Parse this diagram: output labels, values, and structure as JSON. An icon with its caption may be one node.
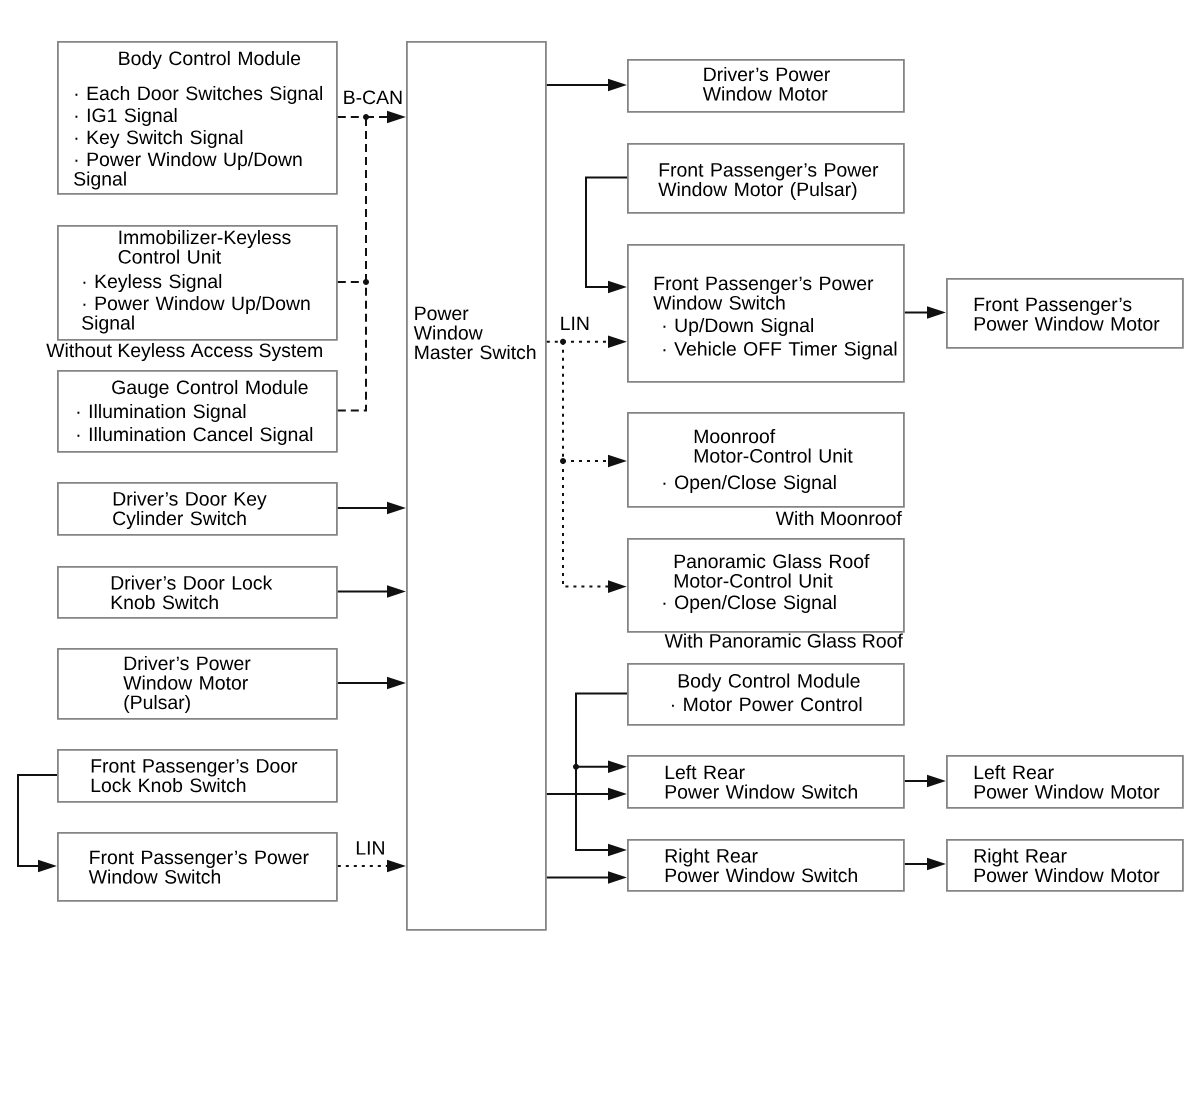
{
  "diagram": {
    "nodes": [
      {
        "text": [
          "Body Control Module",
          "· Each Door Switches Signal",
          "· IG1 Signal",
          "· Key Switch Signal",
          "· Power Window Up/Down Signal"
        ]
      },
      {
        "text": [
          "Immobilizer-Keyless Control Unit",
          "· Keyless Signal",
          "· Power Window Up/Down Signal"
        ],
        "beside": [
          "Without Keyless Access System"
        ]
      },
      {
        "text": [
          "Gauge Control Module",
          "· Illumination Signal",
          "· Illumination Cancel Signal"
        ]
      },
      {
        "text": [
          "Driver’s Door Key Cylinder Switch"
        ]
      },
      {
        "text": [
          "Driver’s Door Lock Knob Switch"
        ]
      },
      {
        "text": [
          "Driver’s Power Window Motor (Pulsar)"
        ]
      },
      {
        "text": [
          "Front Passenger’s Door Lock Knob Switch"
        ]
      },
      {
        "text": [
          "Front Passenger’s Power Window Switch"
        ]
      },
      {
        "text": [
          "Power Window Master Switch"
        ]
      },
      {
        "text": [
          "Driver’s Power Window Motor"
        ]
      },
      {
        "text": [
          "Front Passenger’s Power Window Motor (Pulsar)"
        ]
      },
      {
        "text": [
          "Front Passenger’s Power Window Switch",
          "· Up/Down Signal",
          "· Vehicle OFF Timer Signal"
        ]
      },
      {
        "text": [
          "Front Passenger’s Power Window Motor"
        ]
      },
      {
        "text": [
          "Moonroof Motor-Control Unit",
          "· Open/Close Signal"
        ],
        "beside": [
          "With Moonroof"
        ]
      },
      {
        "text": [
          "Panoramic Glass Roof Motor-Control Unit",
          "· Open/Close Signal"
        ],
        "beside": [
          "With Panoramic Glass Roof"
        ]
      },
      {
        "text": [
          "Body Control Module",
          "· Motor Power Control"
        ]
      },
      {
        "text": [
          "Left Rear Power Window Switch"
        ]
      },
      {
        "text": [
          "Left Rear Power Window Motor"
        ]
      },
      {
        "text": [
          "Right Rear Power Window Switch"
        ]
      },
      {
        "text": [
          "Right Rear Power Window Motor"
        ]
      }
    ],
    "edges": [
      {
        "from": 0,
        "to": 8,
        "arrow": "to",
        "style": "dashed",
        "label": "B-CAN"
      },
      {
        "from": 1,
        "to": 8,
        "arrow": "to",
        "style": "dashed"
      },
      {
        "from": 2,
        "to": 8,
        "arrow": "to",
        "style": "dashed"
      },
      {
        "from": 3,
        "to": 8,
        "arrow": "to"
      },
      {
        "from": 4,
        "to": 8,
        "arrow": "to"
      },
      {
        "from": 5,
        "to": 8,
        "arrow": "to"
      },
      {
        "from": 6,
        "to": 7,
        "arrow": "to"
      },
      {
        "from": 7,
        "to": 8,
        "arrow": "to",
        "style": "dashed",
        "label": "LIN"
      },
      {
        "from": 8,
        "to": 9,
        "arrow": "to"
      },
      {
        "from": 10,
        "to": 11,
        "arrow": "to"
      },
      {
        "from": 8,
        "to": 11,
        "arrow": "to",
        "style": "dashed",
        "label": "LIN"
      },
      {
        "from": 11,
        "to": 12,
        "arrow": "to"
      },
      {
        "from": 8,
        "to": 13,
        "arrow": "to",
        "style": "dashed"
      },
      {
        "from": 8,
        "to": 14,
        "arrow": "to",
        "style": "dashed"
      },
      {
        "from": 15,
        "to": 16,
        "arrow": "to"
      },
      {
        "from": 8,
        "to": 16,
        "arrow": "to"
      },
      {
        "from": 16,
        "to": 17,
        "arrow": "to"
      },
      {
        "from": 15,
        "to": 18,
        "arrow": "to"
      },
      {
        "from": 8,
        "to": 18,
        "arrow": "to"
      },
      {
        "from": 18,
        "to": 19,
        "arrow": "to"
      }
    ]
  }
}
